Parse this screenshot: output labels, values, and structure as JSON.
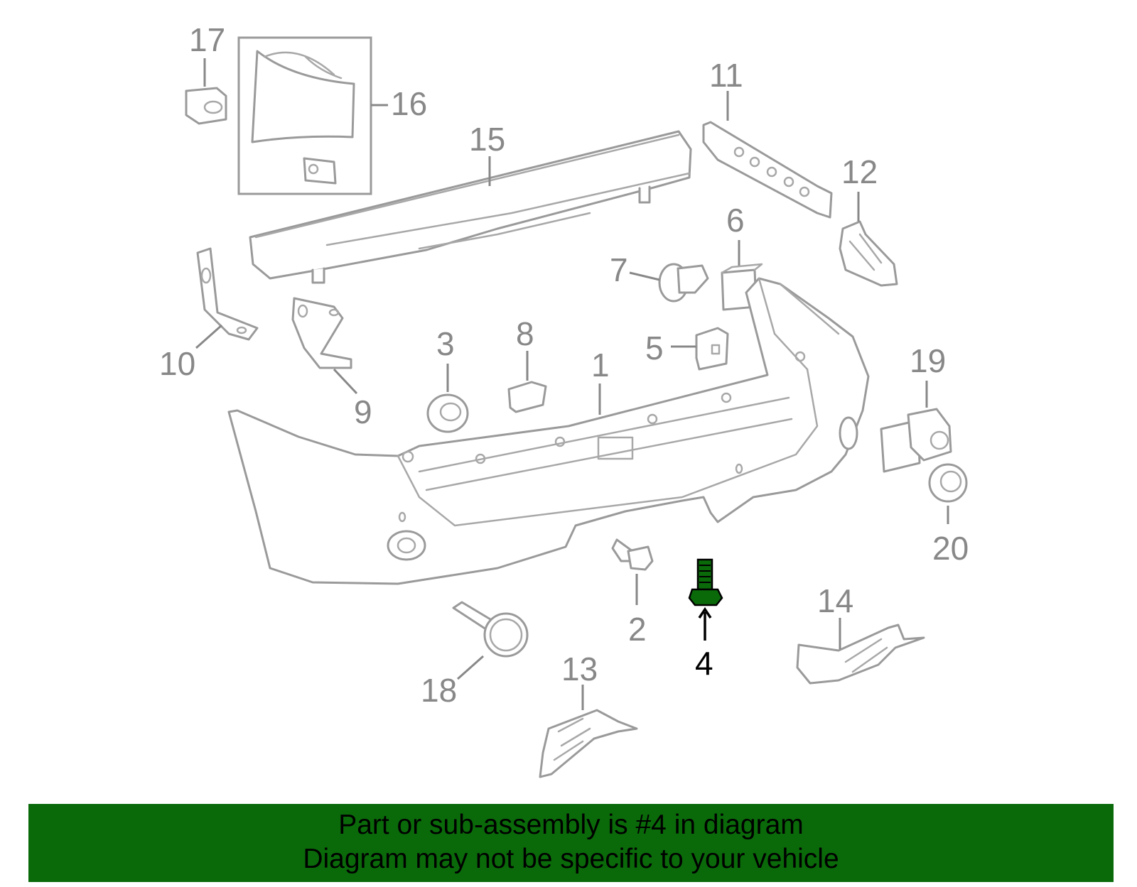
{
  "diagram": {
    "callouts": [
      {
        "id": "1",
        "label": "1",
        "highlighted": false
      },
      {
        "id": "2",
        "label": "2",
        "highlighted": false
      },
      {
        "id": "3",
        "label": "3",
        "highlighted": false
      },
      {
        "id": "4",
        "label": "4",
        "highlighted": true
      },
      {
        "id": "5",
        "label": "5",
        "highlighted": false
      },
      {
        "id": "6",
        "label": "6",
        "highlighted": false
      },
      {
        "id": "7",
        "label": "7",
        "highlighted": false
      },
      {
        "id": "8",
        "label": "8",
        "highlighted": false
      },
      {
        "id": "9",
        "label": "9",
        "highlighted": false
      },
      {
        "id": "10",
        "label": "10",
        "highlighted": false
      },
      {
        "id": "11",
        "label": "11",
        "highlighted": false
      },
      {
        "id": "12",
        "label": "12",
        "highlighted": false
      },
      {
        "id": "13",
        "label": "13",
        "highlighted": false
      },
      {
        "id": "14",
        "label": "14",
        "highlighted": false
      },
      {
        "id": "15",
        "label": "15",
        "highlighted": false
      },
      {
        "id": "16",
        "label": "16",
        "highlighted": false
      },
      {
        "id": "17",
        "label": "17",
        "highlighted": false
      },
      {
        "id": "18",
        "label": "18",
        "highlighted": false
      },
      {
        "id": "19",
        "label": "19",
        "highlighted": false
      },
      {
        "id": "20",
        "label": "20",
        "highlighted": false
      }
    ],
    "highlight_color": "#0a6a0a",
    "part_line_color": "#9a9a9a",
    "callout_color": "#888888"
  },
  "footer": {
    "line1": "Part or sub-assembly is #4 in diagram",
    "line2": "Diagram may not be specific to your vehicle",
    "background": "#0a6a0a"
  }
}
